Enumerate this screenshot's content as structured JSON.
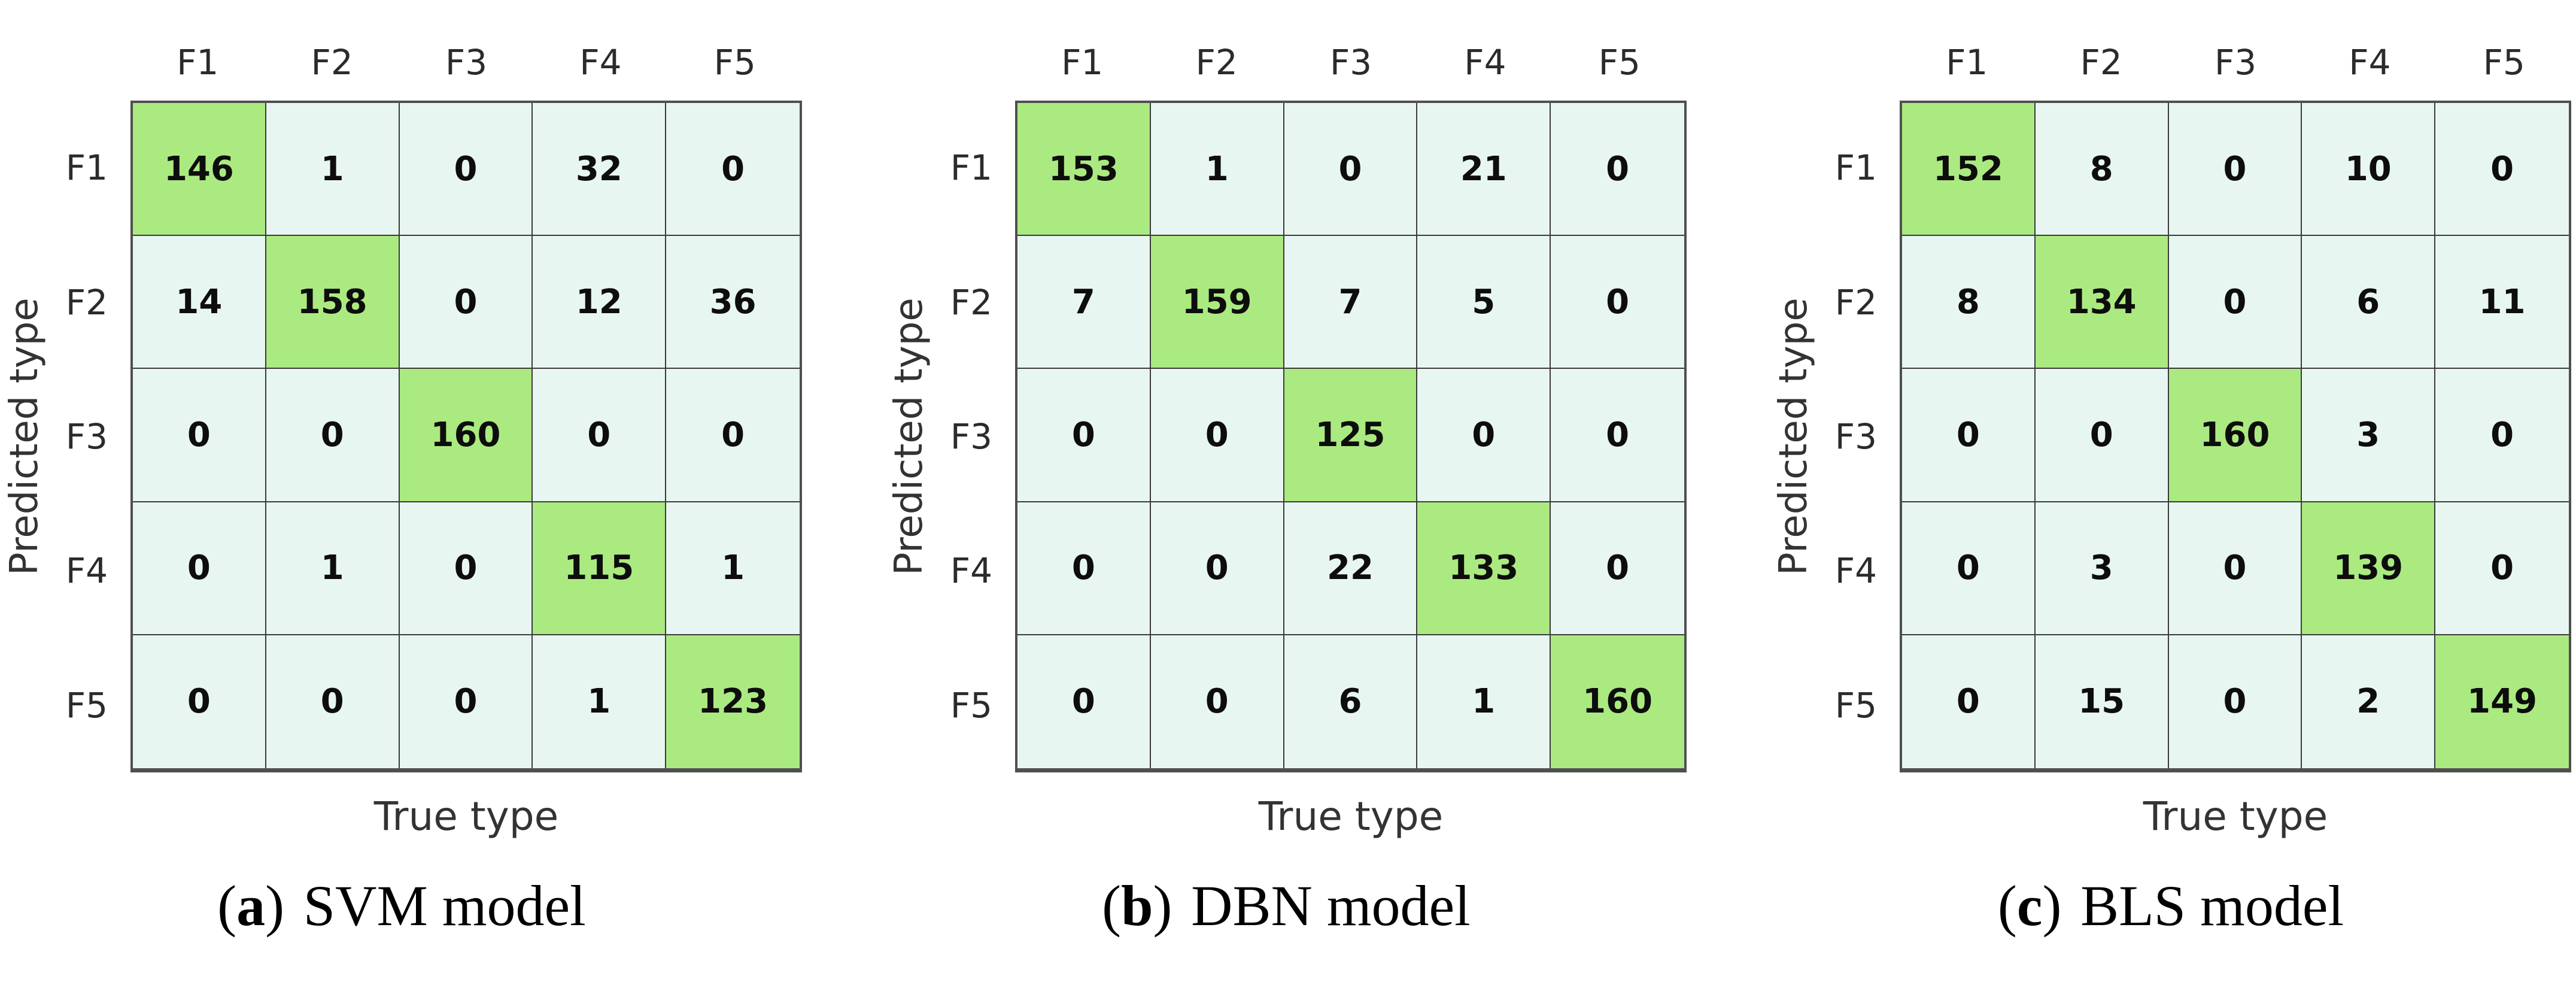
{
  "figure": {
    "x_axis_label": "True type",
    "y_axis_label": "Predicted type",
    "classes": [
      "F1",
      "F2",
      "F3",
      "F4",
      "F5"
    ],
    "colors": {
      "diagonal_cell": "#ABEA80",
      "off_diagonal_cell": "#E8F6F1",
      "grid_line": "#3a3a3a",
      "outer_border": "#4f4f4f"
    },
    "panels": [
      {
        "caption_prefix": "(",
        "caption_letter": "a",
        "caption_suffix": ")",
        "caption_model": "SVM model"
      },
      {
        "caption_prefix": "(",
        "caption_letter": "b",
        "caption_suffix": ")",
        "caption_model": "DBN model"
      },
      {
        "caption_prefix": "(",
        "caption_letter": "c",
        "caption_suffix": ")",
        "caption_model": "BLS model"
      }
    ]
  },
  "chart_data": [
    {
      "type": "heatmap",
      "title": "(a) SVM model",
      "xlabel": "True type",
      "ylabel": "Predicted type",
      "x_categories": [
        "F1",
        "F2",
        "F3",
        "F4",
        "F5"
      ],
      "y_categories": [
        "F1",
        "F2",
        "F3",
        "F4",
        "F5"
      ],
      "values": [
        [
          146,
          1,
          0,
          32,
          0
        ],
        [
          14,
          158,
          0,
          12,
          36
        ],
        [
          0,
          0,
          160,
          0,
          0
        ],
        [
          0,
          1,
          0,
          115,
          1
        ],
        [
          0,
          0,
          0,
          1,
          123
        ]
      ],
      "highlight": "diagonal"
    },
    {
      "type": "heatmap",
      "title": "(b) DBN model",
      "xlabel": "True type",
      "ylabel": "Predicted type",
      "x_categories": [
        "F1",
        "F2",
        "F3",
        "F4",
        "F5"
      ],
      "y_categories": [
        "F1",
        "F2",
        "F3",
        "F4",
        "F5"
      ],
      "values": [
        [
          153,
          1,
          0,
          21,
          0
        ],
        [
          7,
          159,
          7,
          5,
          0
        ],
        [
          0,
          0,
          125,
          0,
          0
        ],
        [
          0,
          0,
          22,
          133,
          0
        ],
        [
          0,
          0,
          6,
          1,
          160
        ]
      ],
      "highlight": "diagonal"
    },
    {
      "type": "heatmap",
      "title": "(c) BLS model",
      "xlabel": "True type",
      "ylabel": "Predicted type",
      "x_categories": [
        "F1",
        "F2",
        "F3",
        "F4",
        "F5"
      ],
      "y_categories": [
        "F1",
        "F2",
        "F3",
        "F4",
        "F5"
      ],
      "values": [
        [
          152,
          8,
          0,
          10,
          0
        ],
        [
          8,
          134,
          0,
          6,
          11
        ],
        [
          0,
          0,
          160,
          3,
          0
        ],
        [
          0,
          3,
          0,
          139,
          0
        ],
        [
          0,
          15,
          0,
          2,
          149
        ]
      ],
      "highlight": "diagonal"
    }
  ]
}
